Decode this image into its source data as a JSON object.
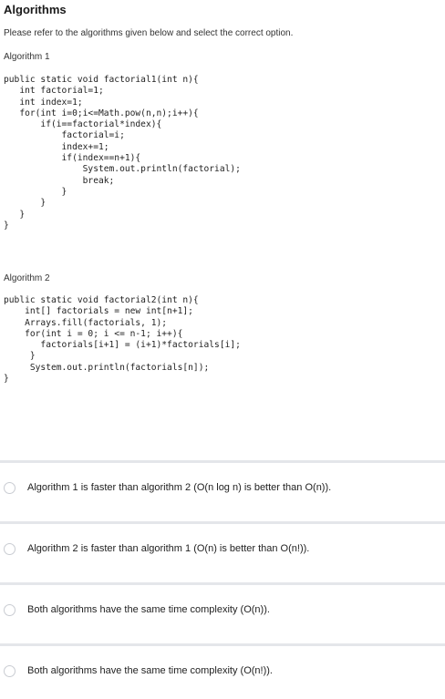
{
  "header": {
    "title": "Algorithms",
    "instructions": "Please refer to the algorithms given below and select the correct option."
  },
  "algorithm1": {
    "label": "Algorithm 1",
    "code": "public static void factorial1(int n){\n   int factorial=1;\n   int index=1;\n   for(int i=0;i<=Math.pow(n,n);i++){\n       if(i==factorial*index){\n           factorial=i;\n           index+=1;\n           if(index==n+1){\n               System.out.println(factorial);\n               break;\n           }\n       }\n   }\n}"
  },
  "algorithm2": {
    "label": "Algorithm 2",
    "code": "public static void factorial2(int n){\n    int[] factorials = new int[n+1];\n    Arrays.fill(factorials, 1);\n    for(int i = 0; i <= n-1; i++){\n       factorials[i+1] = (i+1)*factorials[i];\n     }\n     System.out.println(factorials[n]);\n}"
  },
  "options": [
    {
      "label": "Algorithm 1 is faster than algorithm 2 (O(n log n) is better than O(n))."
    },
    {
      "label": "Algorithm 2 is faster than algorithm 1 (O(n) is better than O(n!))."
    },
    {
      "label": "Both algorithms have the same time complexity (O(n))."
    },
    {
      "label": "Both algorithms have the same time complexity (O(n!))."
    }
  ]
}
